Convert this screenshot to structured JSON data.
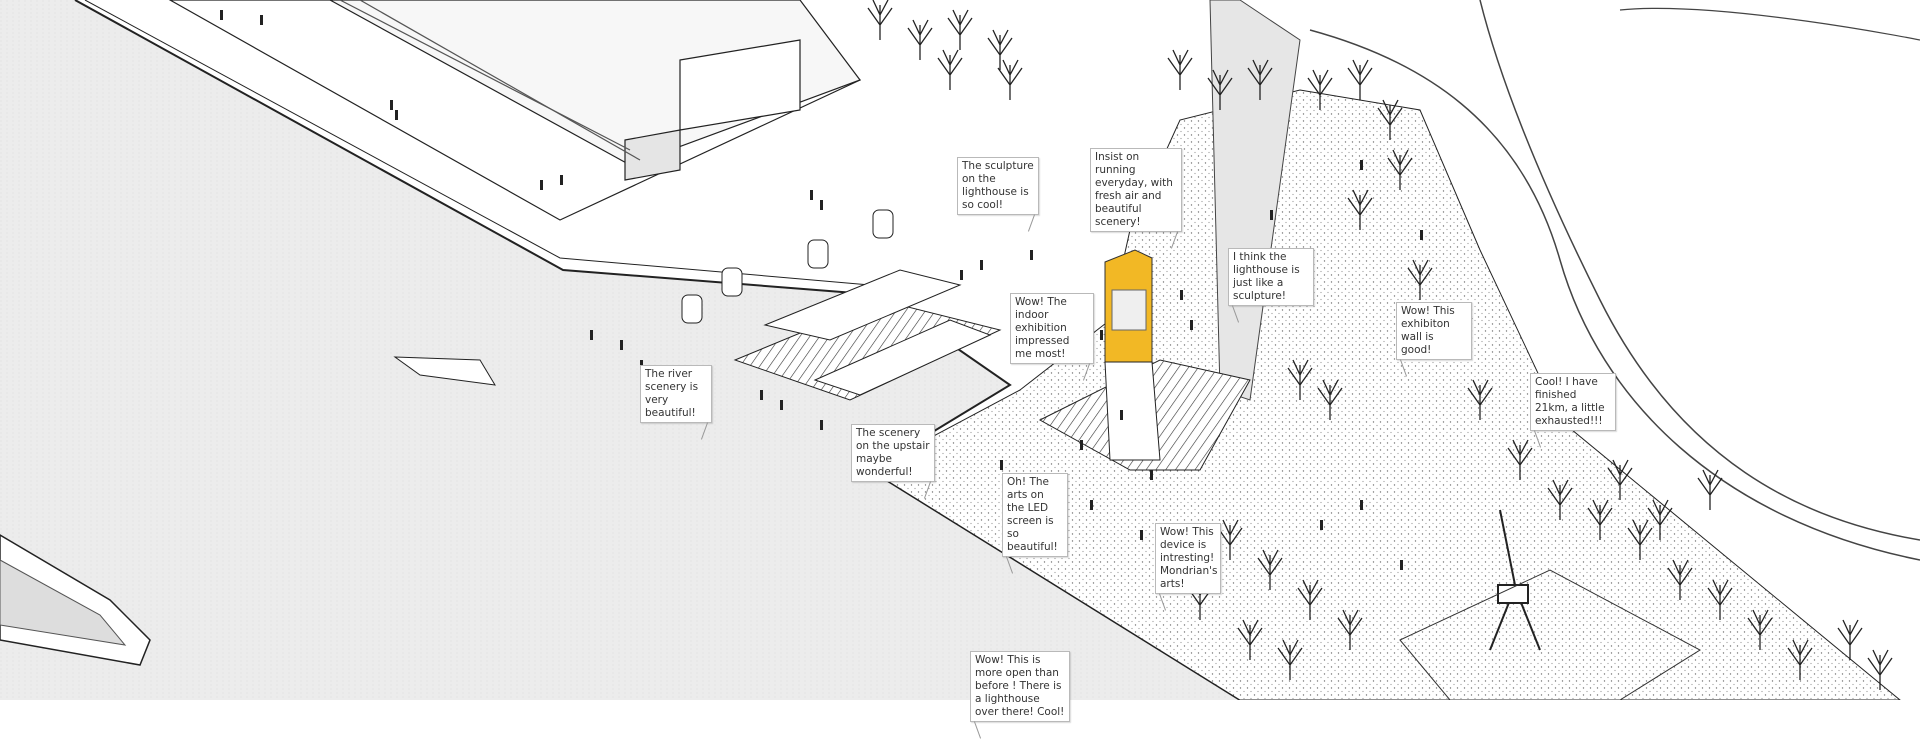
{
  "drawing": {
    "type": "axonometric site plan",
    "accent_color": "#f2b825",
    "water_color": "#e9e9e9"
  },
  "comments": [
    {
      "id": "sculpture",
      "text": "The sculpture on the lighthouse is so cool!"
    },
    {
      "id": "running",
      "text": "Insist on running everyday, with fresh air and beautiful scenery!"
    },
    {
      "id": "lighthouse",
      "text": "I think the lighthouse is just like a sculpture!"
    },
    {
      "id": "indoor",
      "text": "Wow! The indoor exhibition impressed me most!"
    },
    {
      "id": "wall",
      "text": "Wow! This exhibiton wall is good!"
    },
    {
      "id": "river",
      "text": "The river scenery is very beautiful!"
    },
    {
      "id": "km",
      "text": "Cool! I have finished 21km, a little exhausted!!!"
    },
    {
      "id": "upstair",
      "text": "The scenery on the upstair maybe wonderful!"
    },
    {
      "id": "led",
      "text": "Oh! The arts on the LED screen is so beautiful!"
    },
    {
      "id": "device",
      "text": "Wow! This device is intresting! Mondrian's arts!"
    },
    {
      "id": "open",
      "text": "Wow! This is more open than before ! There is a lighthouse over there! Cool!"
    }
  ]
}
